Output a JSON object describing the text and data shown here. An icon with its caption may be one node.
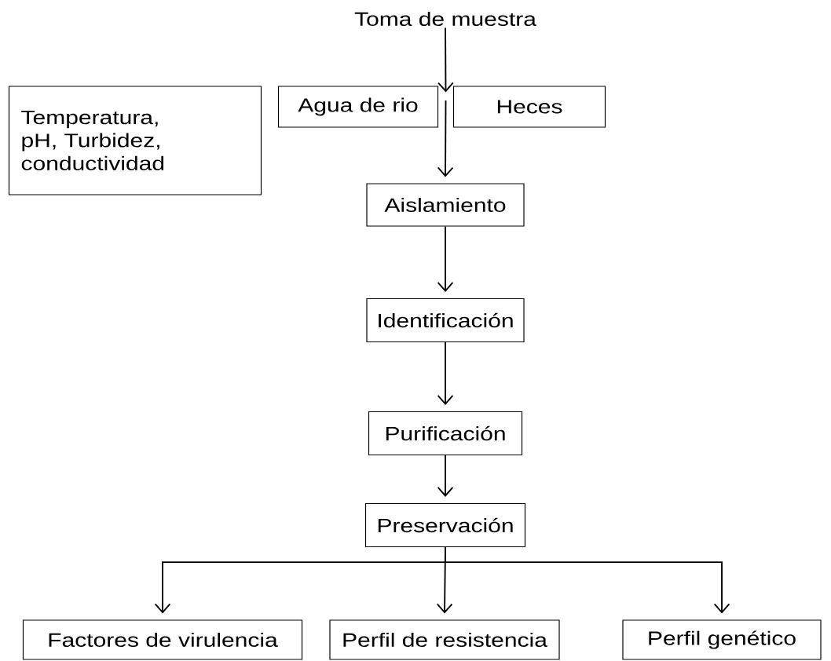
{
  "diagram": {
    "nodes": [
      {
        "text": [
          "Toma de muestra"
        ]
      },
      {
        "text": [
          "Temperatura, pH, Turbidez, conductividad"
        ]
      },
      {
        "text": [
          "Agua de rio"
        ]
      },
      {
        "text": [
          "Heces"
        ]
      },
      {
        "text": [
          "Aislamiento"
        ]
      },
      {
        "text": [
          "Identificación"
        ]
      },
      {
        "text": [
          "Purificación"
        ]
      },
      {
        "text": [
          "Preservación"
        ]
      },
      {
        "text": [
          "Factores de virulencia"
        ]
      },
      {
        "text": [
          "Perfil de resistencia"
        ]
      },
      {
        "text": [
          "Perfil genético"
        ]
      }
    ],
    "edges": [
      {
        "from": 0,
        "to": 2,
        "arrow": "to"
      },
      {
        "from": 0,
        "to": 3,
        "arrow": "to"
      },
      {
        "from": 2,
        "to": 4,
        "arrow": "to"
      },
      {
        "from": 3,
        "to": 4,
        "arrow": "to"
      },
      {
        "from": 4,
        "to": 5,
        "arrow": "to"
      },
      {
        "from": 5,
        "to": 6,
        "arrow": "to"
      },
      {
        "from": 6,
        "to": 7,
        "arrow": "to"
      },
      {
        "from": 7,
        "to": 8,
        "arrow": "to"
      },
      {
        "from": 7,
        "to": 9,
        "arrow": "to"
      },
      {
        "from": 7,
        "to": 10,
        "arrow": "to"
      }
    ]
  }
}
